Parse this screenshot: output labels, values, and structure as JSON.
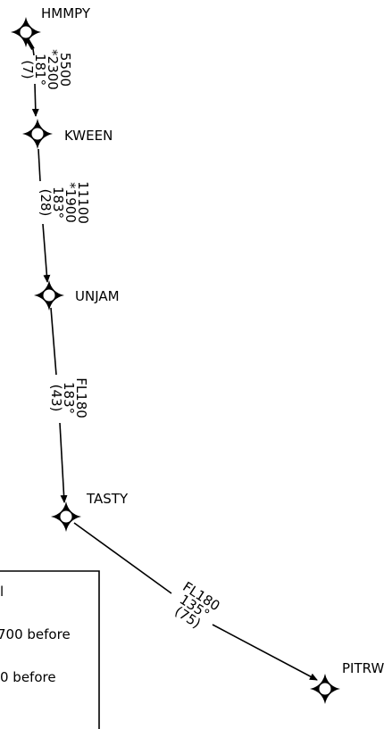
{
  "waypoints": {
    "hmmpy": "HMMPY",
    "kween": "KWEEN",
    "unjam": "UNJAM",
    "tasty": "TASTY",
    "pitrw": "PITRW"
  },
  "legs": {
    "hmmpy_kween": {
      "mea": "5500",
      "moca": "*2300",
      "course": "181°",
      "distance": "(7)"
    },
    "kween_unjam": {
      "mea": "11100",
      "moca": "*1900",
      "course": "183°",
      "distance": "(28)"
    },
    "unjam_tasty": {
      "altitude": "FL180",
      "course": "183°",
      "distance": "(43)"
    },
    "tasty_pitrw": {
      "altitude": "FL180",
      "course": "135°",
      "distance": "(75)"
    }
  },
  "notes": {
    "title": "l",
    "line1": "700 before",
    "line2": "0 before"
  }
}
